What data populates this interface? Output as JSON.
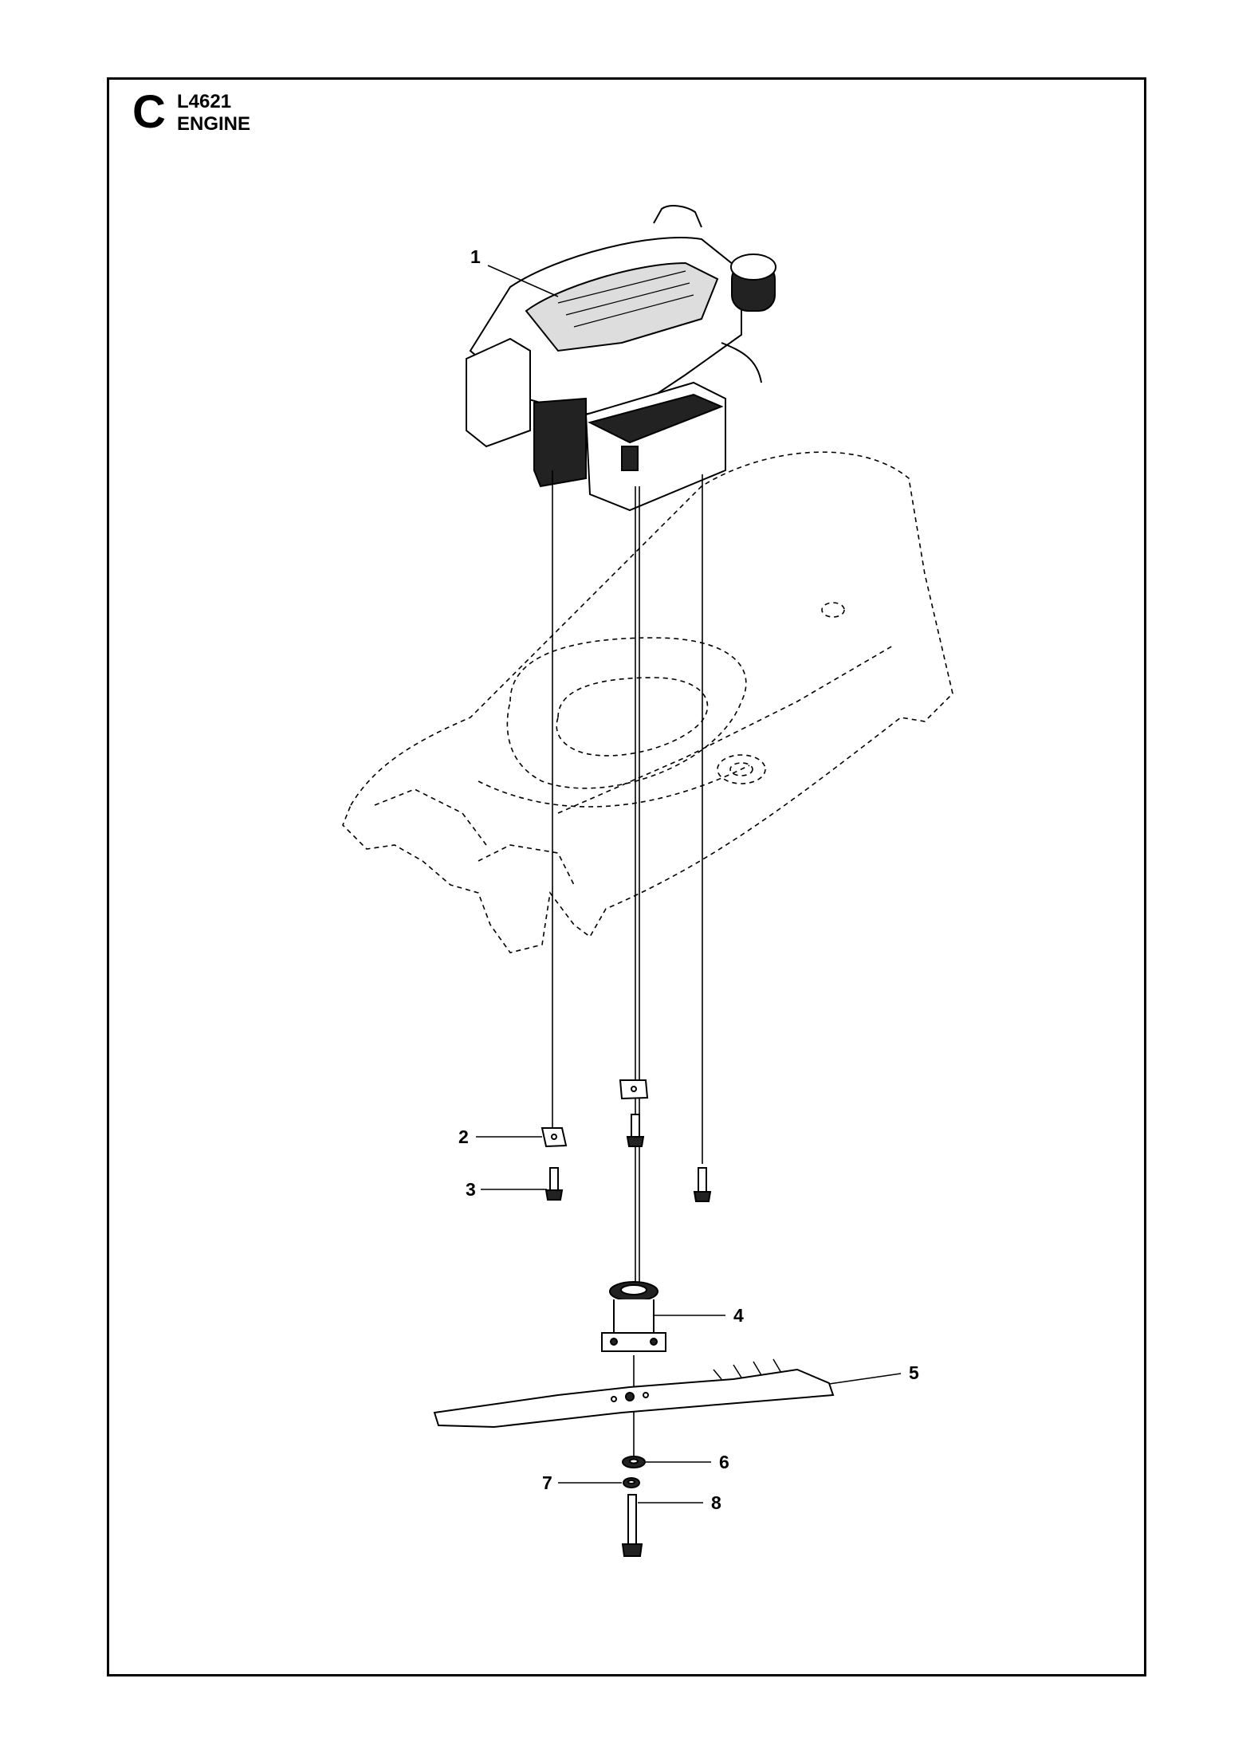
{
  "header": {
    "section_letter": "C",
    "model": "L4621",
    "title": "ENGINE"
  },
  "callouts": [
    {
      "number": "1"
    },
    {
      "number": "2"
    },
    {
      "number": "3"
    },
    {
      "number": "4"
    },
    {
      "number": "5"
    },
    {
      "number": "6"
    },
    {
      "number": "7"
    },
    {
      "number": "8"
    }
  ],
  "colors": {
    "line": "#000000",
    "background": "#ffffff"
  }
}
